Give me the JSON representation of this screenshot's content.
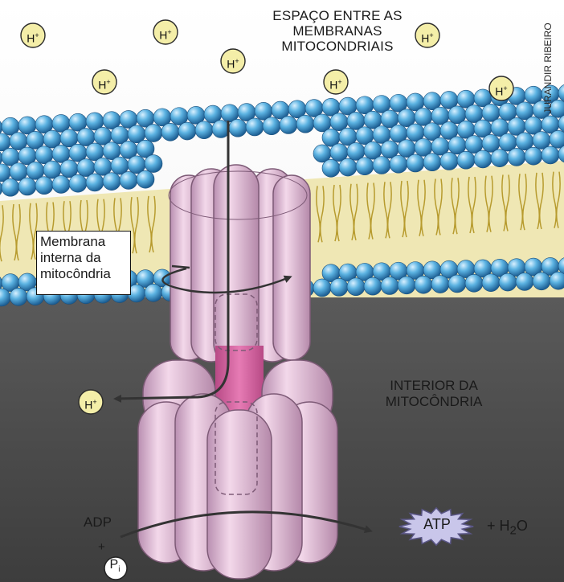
{
  "labels": {
    "title_lines": [
      "ESPAÇO ENTRE AS",
      "MEMBRANAS",
      "MITOCONDRIAIS"
    ],
    "credit": "JURANDIR RIBEIRO",
    "membrane_lines": [
      "Membrana",
      "interna da",
      "mitocôndria"
    ],
    "interior_lines": [
      "INTERIOR DA",
      "MITOCÔNDRIA"
    ],
    "adp": "ADP",
    "plus": "+",
    "pi_main": "P",
    "pi_sub": "i",
    "atp": "ATP",
    "water_prefix": "+ H",
    "water_sub": "2",
    "water_suffix": "O"
  },
  "h_ion": {
    "symbol": "H",
    "charge": "+"
  },
  "colors": {
    "lipid_head": "#4aa6d8",
    "lipid_tail": "#d8c35a",
    "synthase": "#dcb1cf",
    "stalk": "#d25a9a",
    "h_ion": "#f4eea8",
    "atp": "#c9c6ea",
    "background_dark": "#4e4e4e"
  }
}
